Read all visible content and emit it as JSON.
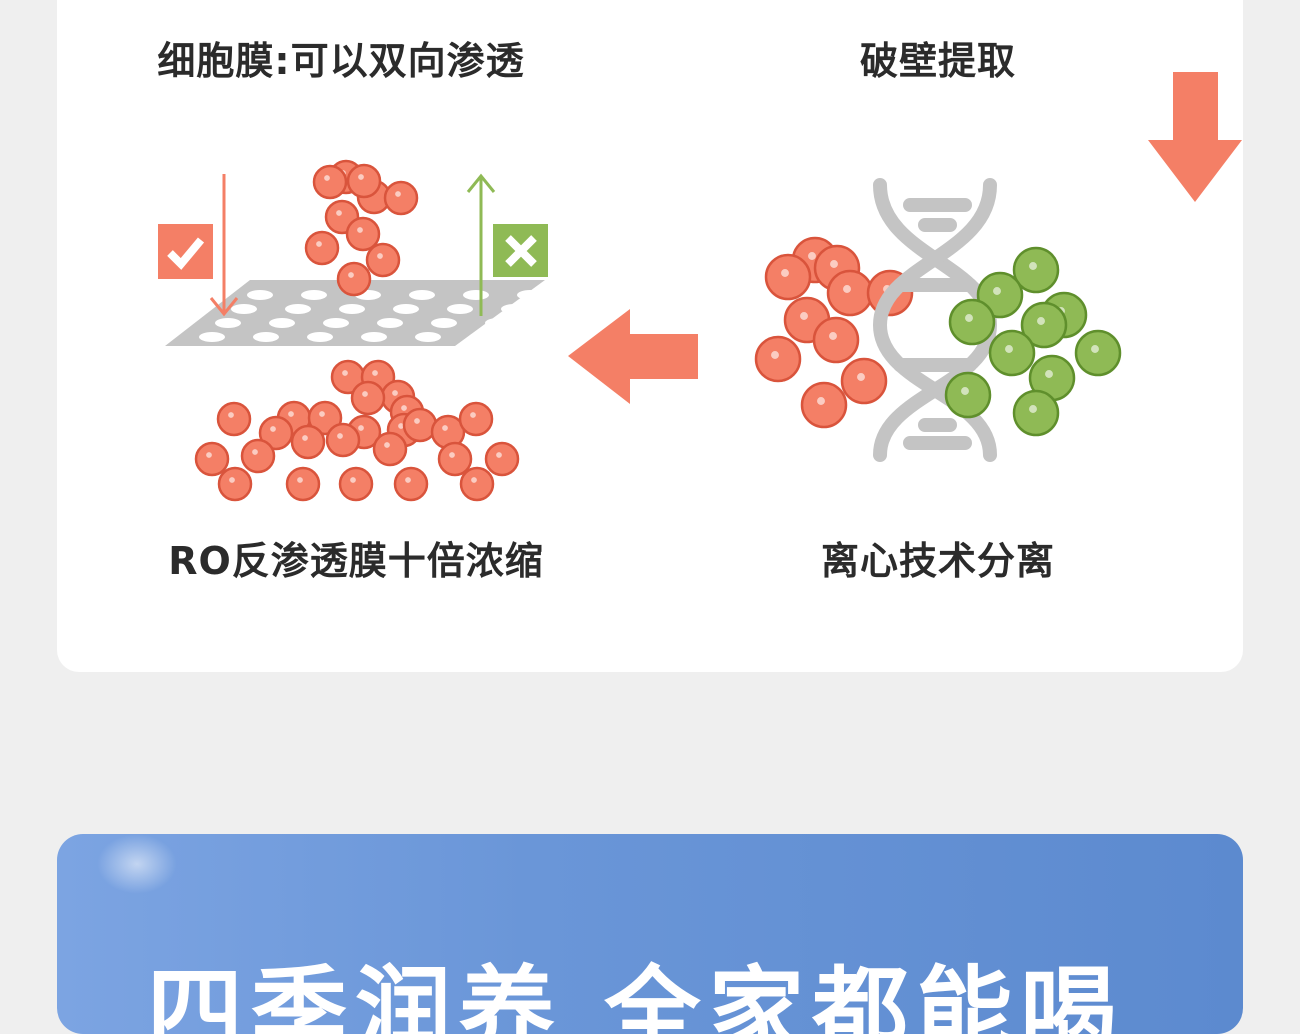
{
  "steps": {
    "membrane": "细胞膜:可以双向渗透",
    "wall_break": "破壁提取",
    "ro": "RO反渗透膜十倍浓缩",
    "centrifuge": "离心技术分离"
  },
  "banner": {
    "title": "四季润养 全家都能喝"
  },
  "colors": {
    "accent": "#f47f66",
    "green": "#8fba55",
    "gray": "#c4c4c4",
    "banner": "#6a96d8"
  }
}
